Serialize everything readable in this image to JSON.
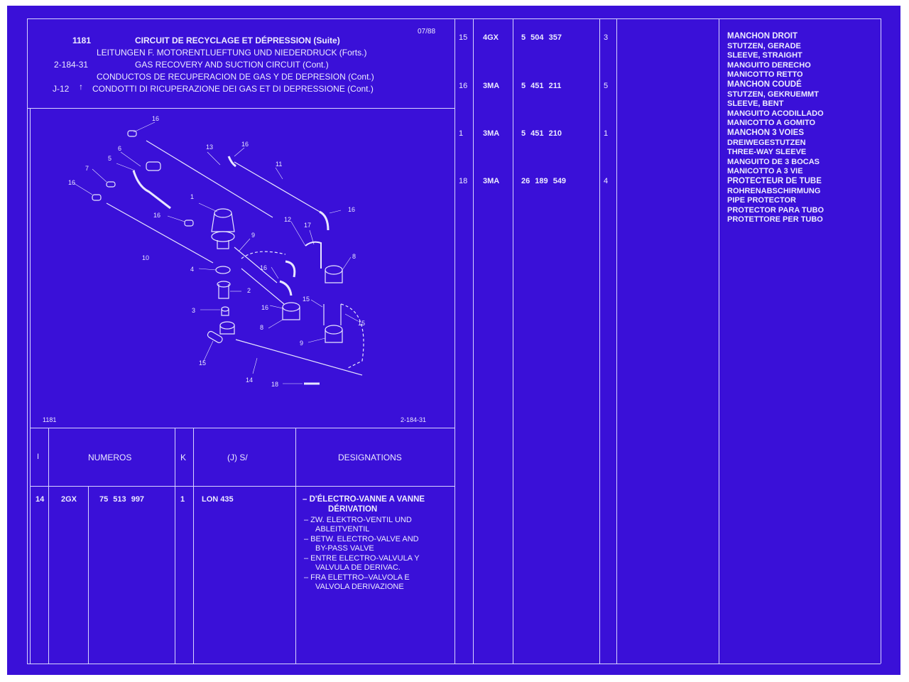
{
  "header": {
    "code": "1181",
    "date": "07/88",
    "ref": "2-184-31",
    "sub_ref": "J-12",
    "arrow": "↑",
    "titles": [
      "CIRCUIT DE RECYCLAGE ET DÉPRESSION (Suite)",
      "LEITUNGEN F. MOTORENTLUEFTUNG UND NIEDERDRUCK (Forts.)",
      "GAS RECOVERY AND SUCTION CIRCUIT (Cont.)",
      "CONDUCTOS DE RECUPERACION DE GAS Y DE DEPRESION (Cont.)",
      "CONDOTTI DI RICUPERAZIONE DEI GAS ET DI DEPRESSIONE (Cont.)"
    ]
  },
  "diagram": {
    "code_left": "1181",
    "code_right": "2-184-31",
    "callouts": [
      "1",
      "2",
      "3",
      "4",
      "5",
      "6",
      "7",
      "8",
      "9",
      "10",
      "11",
      "12",
      "13",
      "14",
      "15",
      "16",
      "17",
      "18"
    ]
  },
  "table_header": {
    "col_index": "I",
    "col_numeros": "NUMEROS",
    "col_k": "K",
    "col_j": "(J) S/",
    "col_designations": "DESIGNATIONS"
  },
  "left_rows": [
    {
      "index": "14",
      "code": "2GX",
      "number": "75 513 997",
      "qty": "1",
      "ref": "LON 435",
      "designation": [
        "– D'ÉLECTRO-VANNE A VANNE",
        "DÉRIVATION",
        "– ZW. ELEKTRO-VENTIL UND",
        "ABLEITVENTIL",
        "– BETW. ELECTRO-VALVE AND",
        "BY-PASS VALVE",
        "– ENTRE ELECTRO-VALVULA Y",
        "VALVULA DE DERIVAC.",
        "– FRA ELETTRO–VALVOLA E",
        "VALVOLA DERIVAZIONE"
      ]
    }
  ],
  "right_rows": [
    {
      "index": "15",
      "code": "4GX",
      "number": "5 504 357",
      "qty": "3",
      "designation": [
        "MANCHON DROIT",
        "STUTZEN, GERADE",
        "SLEEVE, STRAIGHT",
        "MANGUITO DERECHO",
        "MANICOTTO RETTO"
      ]
    },
    {
      "index": "16",
      "code": "3MA",
      "number": "5 451 211",
      "qty": "5",
      "designation": [
        "MANCHON COUDÉ",
        "STUTZEN, GEKRUEMMT",
        "SLEEVE, BENT",
        "MANGUITO ACODILLADO",
        "MANICOTTO A GOMITO"
      ]
    },
    {
      "index": "1",
      "code": "3MA",
      "number": "5 451 210",
      "qty": "1",
      "designation": [
        "MANCHON 3 VOIES",
        "DREIWEGESTUTZEN",
        "THREE-WAY SLEEVE",
        "MANGUITO DE 3 BOCAS",
        "MANICOTTO A 3 VIE"
      ]
    },
    {
      "index": "18",
      "code": "3MA",
      "number": "26 189 549",
      "qty": "4",
      "designation": [
        "PROTECTEUR DE TUBE",
        "ROHRENABSCHIRMUNG",
        "PIPE PROTECTOR",
        "PROTECTOR PARA TUBO",
        "PROTETTORE PER TUBO"
      ]
    }
  ],
  "colors": {
    "background": "#3a10d8",
    "ink": "#e8e6ff"
  }
}
